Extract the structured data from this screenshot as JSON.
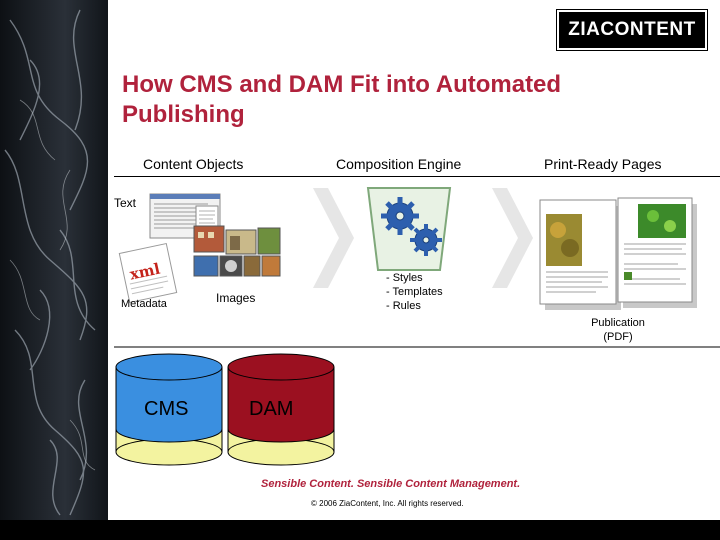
{
  "logo": {
    "text": "ZIACONTENT"
  },
  "title": "How CMS and DAM Fit into Automated Publishing",
  "columns": {
    "content_objects": "Content Objects",
    "composition_engine": "Composition Engine",
    "print_ready_pages": "Print-Ready Pages"
  },
  "labels": {
    "text": "Text",
    "metadata": "Metadata",
    "images": "Images",
    "publication_line1": "Publication",
    "publication_line2": "(PDF)"
  },
  "xml_stamp": "xml",
  "engine_notes": [
    "- Styles",
    "- Templates",
    "- Rules"
  ],
  "repositories": {
    "cms": "CMS",
    "dam": "DAM"
  },
  "tagline": "Sensible Content. Sensible Content Management.",
  "copyright": "© 2006 ZiaContent, Inc. All rights reserved.",
  "colors": {
    "title": "#b0223c",
    "cms_body": "#3a8fe0",
    "dam_body": "#9b1020",
    "cylinder_base": "#f3f3a0",
    "arrow": "#e6e6e6"
  }
}
